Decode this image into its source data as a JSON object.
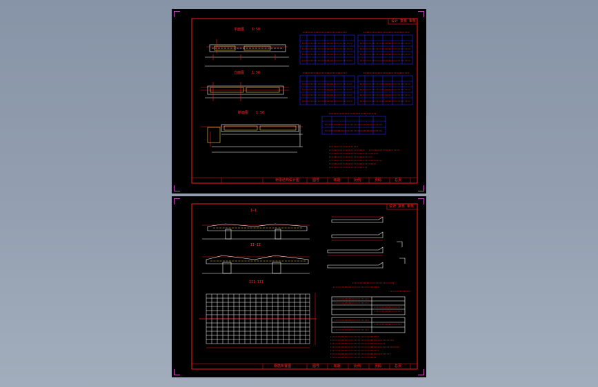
{
  "viewer": {
    "background_colors": [
      "#8794a7",
      "#a2adbc"
    ],
    "sheet_background": "#000000",
    "line_colors": {
      "frame": "#ff1a1a",
      "table": "#2a2aff",
      "geometry": "#ffffff",
      "hatch": "#ffd24a",
      "corner_marks": "#c050c0"
    }
  },
  "sheet_top": {
    "title_label": "设计 复核 审核",
    "views": [
      {
        "name": "平面图",
        "scale": "1:50"
      },
      {
        "name": "立面图",
        "scale": "1:50"
      },
      {
        "name": "断面图",
        "scale": "1:50"
      }
    ],
    "title_block_text": "桥梁结构设计图",
    "title_block_cells": [
      "图号",
      "日期",
      "比例",
      "页码",
      "总页"
    ]
  },
  "sheet_bottom": {
    "title_label": "设计 复核 审核",
    "sections": [
      "I—I",
      "II—II",
      "III—III"
    ],
    "title_block_text": "钢筋布置图",
    "title_block_cells": [
      "图号",
      "日期",
      "比例",
      "页码",
      "总页"
    ]
  }
}
